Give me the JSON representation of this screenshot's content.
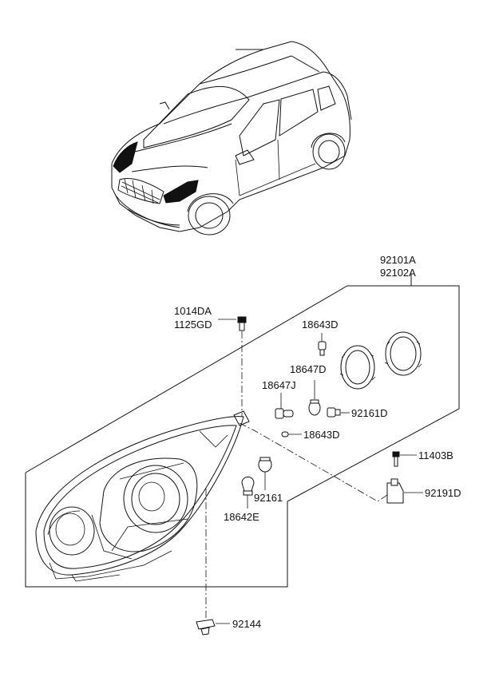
{
  "diagram": {
    "parts": {
      "assembly_1": "92101A",
      "assembly_2": "92102A",
      "bolt_1": "1014DA",
      "bolt_2": "1125GD",
      "socket_top": "18643D",
      "bulb_h": "18647D",
      "bulb_j": "18647J",
      "socket_d": "92161D",
      "bulb_side": "18643D",
      "screw": "11403B",
      "bracket": "92191D",
      "socket_lower": "92161",
      "bulb_lower": "18642E",
      "clip": "92144"
    }
  }
}
